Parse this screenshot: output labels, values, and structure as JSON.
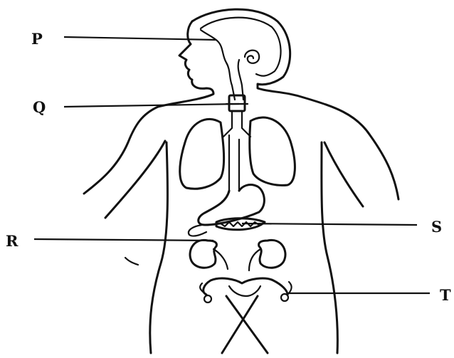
{
  "diagram": {
    "labels": {
      "p": "P",
      "q": "Q",
      "r": "R",
      "s": "S",
      "t": "T"
    },
    "colors": {
      "ink": "#111111",
      "background": "#ffffff"
    }
  }
}
